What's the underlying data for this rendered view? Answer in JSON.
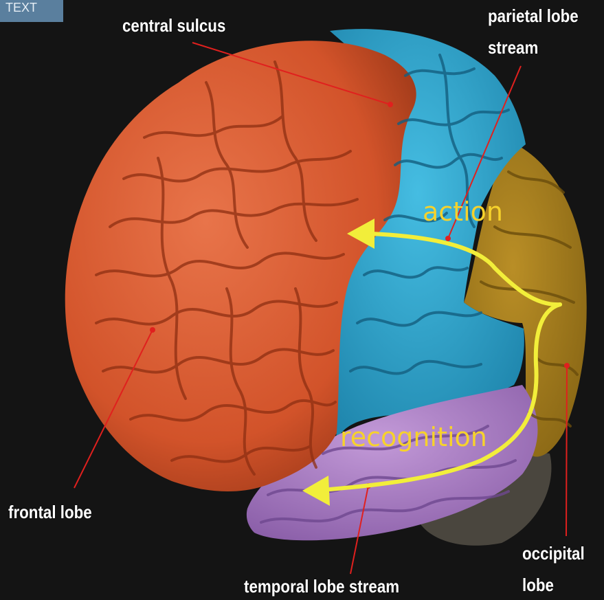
{
  "corner_tag": "TEXT",
  "labels": {
    "central_sulcus": "central sulcus",
    "parietal_lobe_stream_line1": "parietal lobe",
    "parietal_lobe_stream_line2": "stream",
    "frontal_lobe": "frontal lobe",
    "temporal_lobe_stream": "temporal lobe stream",
    "occipital_lobe_line1": "occipital",
    "occipital_lobe_line2": "lobe"
  },
  "streams": {
    "action": "action",
    "recognition": "recognition"
  },
  "colors": {
    "background": "#141414",
    "frontal": "#d4572e",
    "parietal": "#2aa6d0",
    "occipital": "#a87f1c",
    "temporal": "#a57bc2",
    "cerebellum": "#4a463e",
    "arrow": "#f2ee3a",
    "leader": "#e0201e",
    "label_text": "#ffffff",
    "stream_text": "#f6d22c"
  }
}
